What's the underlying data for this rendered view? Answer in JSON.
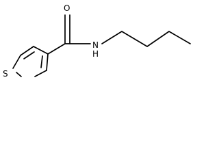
{
  "molecule": {
    "atoms": {
      "S": "S",
      "O": "O",
      "N": "N",
      "H": "H"
    }
  },
  "colors": {
    "bond": "#000000",
    "label": "#000000",
    "background": "#ffffff"
  }
}
